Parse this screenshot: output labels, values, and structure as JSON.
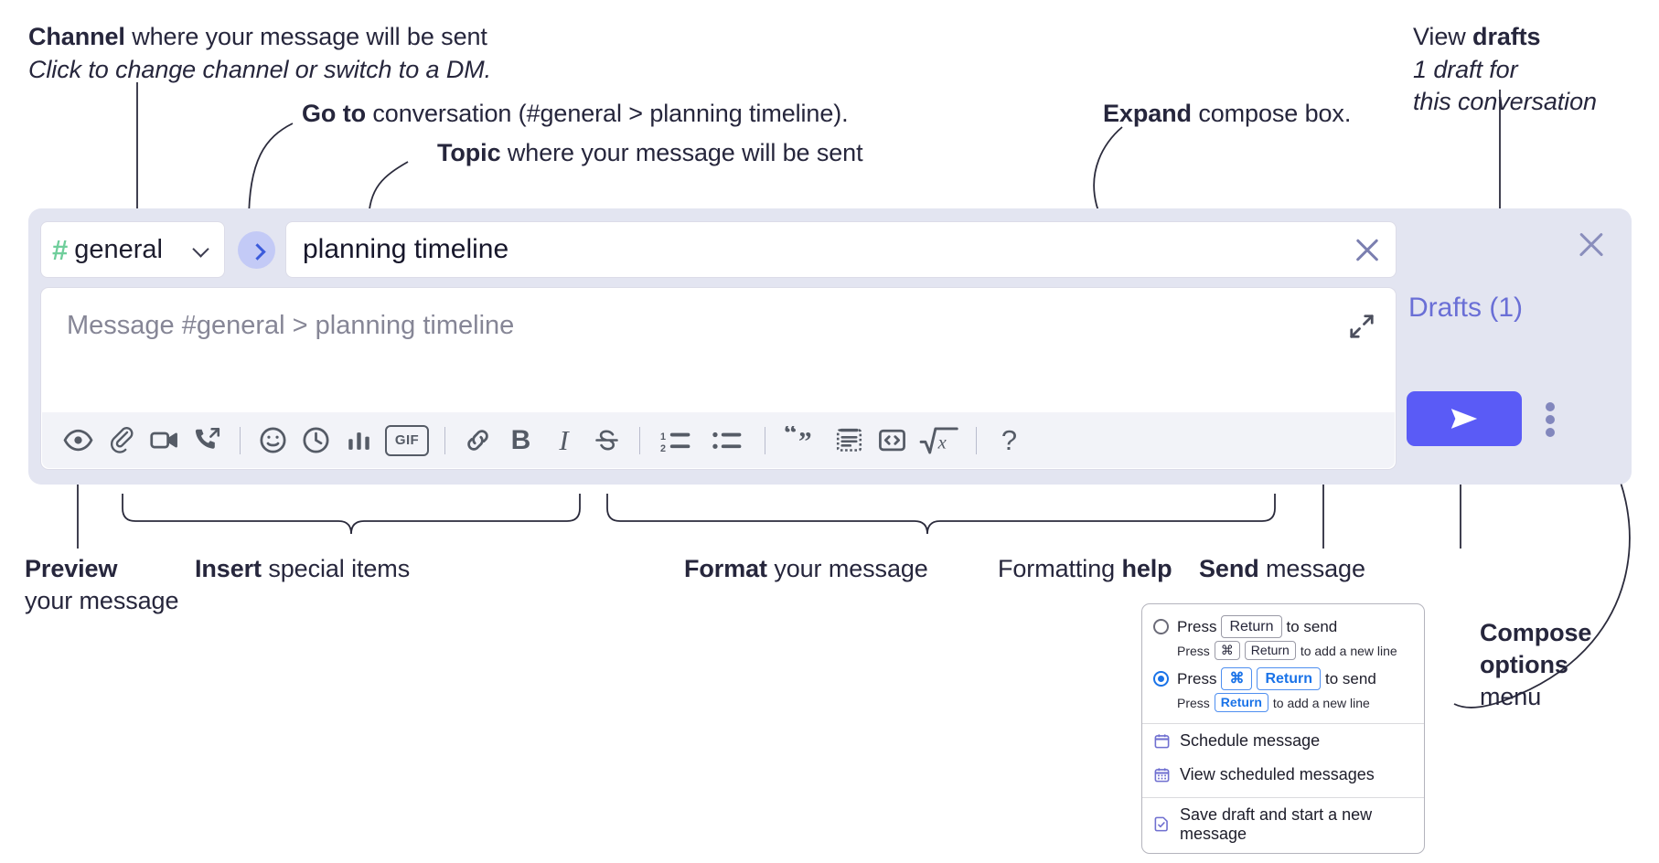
{
  "annotations": {
    "channel": {
      "bold": "Channel",
      "rest": " where your message will be sent",
      "italic": "Click to change channel or switch to a DM."
    },
    "goto": {
      "bold": "Go to",
      "rest": " conversation (#general > planning timeline)."
    },
    "topic": {
      "bold": "Topic",
      "rest": " where your message will be sent"
    },
    "expand": {
      "bold": "Expand",
      "rest": " compose box."
    },
    "drafts": {
      "normal": "View ",
      "bold": "drafts",
      "italic1": "1 draft for",
      "italic2": "this conversation"
    },
    "preview": {
      "bold": "Preview",
      "rest": "your message"
    },
    "insert": {
      "bold": "Insert",
      "rest": " special items"
    },
    "format": {
      "bold": "Format",
      "rest": " your message"
    },
    "help": {
      "normal": "Formatting ",
      "bold": "help"
    },
    "send": {
      "bold": "Send",
      "rest": " message"
    },
    "compose_options": {
      "bold1": "Compose",
      "bold2": "options",
      "rest": "menu"
    }
  },
  "compose": {
    "channel_hash": "#",
    "channel_name": "general",
    "channel_dropdown_icon": "chevron-down-icon",
    "goto_icon": "chevron-right-icon",
    "topic_value": "planning timeline",
    "topic_clear_icon": "close-icon",
    "message_placeholder": "Message #general > planning timeline",
    "expand_icon": "expand-diagonal-icon",
    "toolbar": [
      {
        "name": "preview-message",
        "icon": "eye-icon"
      },
      {
        "name": "attach-file",
        "icon": "paperclip-icon"
      },
      {
        "name": "record-video-clip",
        "icon": "video-camera-icon"
      },
      {
        "name": "record-audio-clip",
        "icon": "phone-forward-icon"
      },
      {
        "name": "separator-1",
        "icon": "divider"
      },
      {
        "name": "emoji",
        "icon": "smiley-icon"
      },
      {
        "name": "reminder",
        "icon": "clock-icon"
      },
      {
        "name": "poll",
        "icon": "bar-chart-icon"
      },
      {
        "name": "gif",
        "icon": "gif-icon",
        "label": "GIF"
      },
      {
        "name": "separator-2",
        "icon": "divider"
      },
      {
        "name": "link",
        "icon": "link-icon"
      },
      {
        "name": "bold",
        "icon": "bold-icon",
        "label": "B"
      },
      {
        "name": "italic",
        "icon": "italic-icon",
        "label": "I"
      },
      {
        "name": "strikethrough",
        "icon": "strikethrough-icon",
        "label": "S"
      },
      {
        "name": "separator-3",
        "icon": "divider"
      },
      {
        "name": "ordered-list",
        "icon": "ordered-list-icon"
      },
      {
        "name": "bulleted-list",
        "icon": "bulleted-list-icon"
      },
      {
        "name": "separator-4",
        "icon": "divider"
      },
      {
        "name": "blockquote",
        "icon": "quote-icon"
      },
      {
        "name": "code-block",
        "icon": "code-block-icon"
      },
      {
        "name": "inline-code",
        "icon": "code-brackets-icon"
      },
      {
        "name": "math",
        "icon": "square-root-x-icon"
      },
      {
        "name": "separator-5",
        "icon": "divider"
      },
      {
        "name": "formatting-help",
        "icon": "question-mark-icon",
        "label": "?"
      }
    ]
  },
  "panel": {
    "close_icon": "close-icon",
    "drafts_label": "Drafts (1)",
    "send_icon": "send-paper-plane-icon",
    "kebab_icon": "more-vertical-icon"
  },
  "options_menu": {
    "radio_1": {
      "selected": false,
      "press": "Press",
      "key": "Return",
      "action": "to send",
      "sub_press": "Press",
      "sub_key_1": "⌘",
      "sub_key_2": "Return",
      "sub_action": "to add a new line"
    },
    "radio_2": {
      "selected": true,
      "press": "Press",
      "key_1": "⌘",
      "key_2": "Return",
      "action": "to send",
      "sub_press": "Press",
      "sub_key": "Return",
      "sub_action": "to add a new line"
    },
    "items": [
      {
        "label": "Schedule message",
        "icon": "calendar-icon"
      },
      {
        "label": "View scheduled messages",
        "icon": "calendar-grid-icon"
      },
      {
        "label": "Save draft and start a new message",
        "icon": "save-draft-icon"
      }
    ]
  },
  "colors": {
    "compose_bg": "#e3e5f1",
    "send_button": "#5a5bf6",
    "drafts_text": "#6a6fd6",
    "hash_green": "#6fce9b",
    "goto_circle": "#c3caf6",
    "radio_blue": "#1a73e8"
  }
}
